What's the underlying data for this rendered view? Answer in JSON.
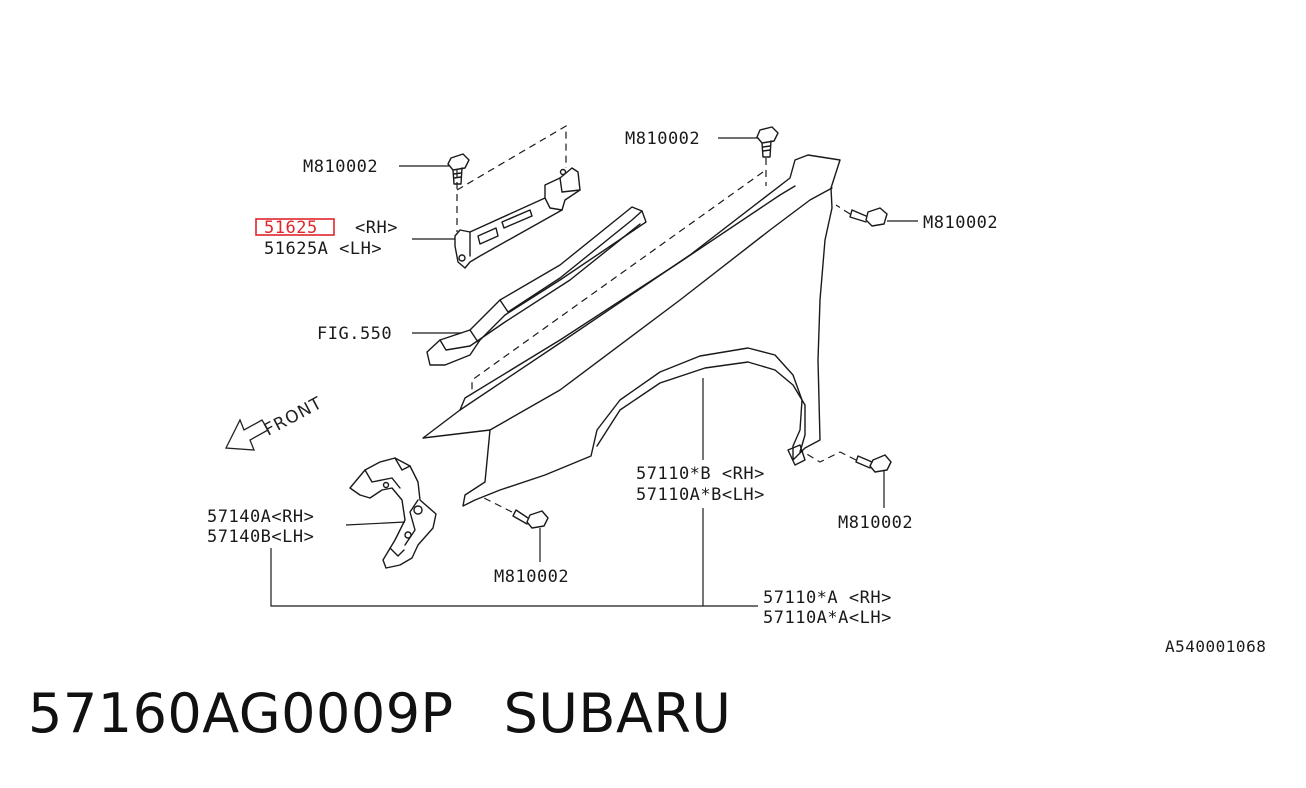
{
  "callouts": {
    "bolt_top_left": "M810002",
    "bolt_top_center": "M810002",
    "bolt_right": "M810002",
    "bolt_bottom_right": "M810002",
    "bolt_bottom_center": "M810002",
    "bracket_rh_part": "51625",
    "bracket_rh_side": "<RH>",
    "bracket_lh": "51625A <LH>",
    "fig_ref": "FIG.550",
    "fender_b_rh": "57110*B <RH>",
    "fender_b_lh": "57110A*B<LH>",
    "fender_a_rh": "57110*A <RH>",
    "fender_a_lh": "57110A*A<LH>",
    "mudguard_rh": "57140A<RH>",
    "mudguard_lh": "57140B<LH>",
    "front": "FRONT",
    "drawing_id": "A540001068"
  },
  "caption": {
    "part_number": "57160AG0009P",
    "brand": "SUBARU"
  },
  "highlight_color": "#e0262b"
}
